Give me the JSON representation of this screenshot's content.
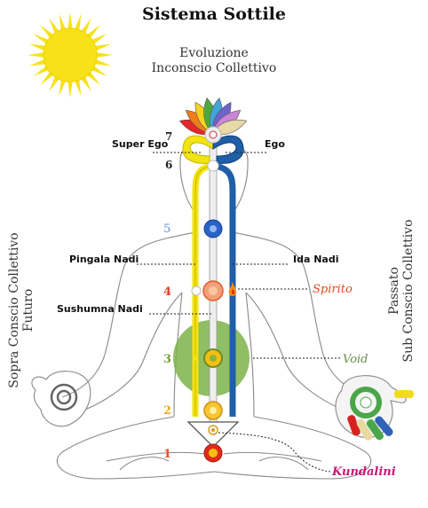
{
  "title": "Sistema Sottile",
  "top_caption": {
    "line1": "Evoluzione",
    "line2": "Inconscio Collettivo"
  },
  "left_caption": {
    "line1": "Sopra Conscio Collettivo",
    "line2": "Futuro"
  },
  "right_caption": {
    "line1": "Passato",
    "line2": "Sub Conscio Collettivo"
  },
  "labels": {
    "super_ego": "Super Ego",
    "ego": "Ego",
    "pingala_nadi": "Pingala Nadi",
    "ida_nadi": "Ida Nadi",
    "sushumna_nadi": "Sushumna Nadi",
    "spirito": "Spirito",
    "void": "Void",
    "kundalini": "Kundalini"
  },
  "chakra_numbers": [
    {
      "n": "7",
      "color": "#222222"
    },
    {
      "n": "6",
      "color": "#222222"
    },
    {
      "n": "5",
      "color": "#5b8fd6"
    },
    {
      "n": "4",
      "color": "#e0402a"
    },
    {
      "n": "3",
      "color": "#7aa040"
    },
    {
      "n": "2",
      "color": "#e8b020"
    },
    {
      "n": "1",
      "color": "#e85020"
    }
  ],
  "colors": {
    "sun": "#f7e21a",
    "moon": "#c9c9c9",
    "void_circle": "#7db34a",
    "pingala": "#f2e312",
    "ida": "#1f5ea8",
    "sushumna": "#e9e9e9",
    "spirito_text": "#e04a1e",
    "void_text": "#6c8a4e",
    "kundalini_text": "#c8187a",
    "lotus": [
      "#e3272a",
      "#ef7d1a",
      "#f5d21c",
      "#4bab3a",
      "#43a4d9",
      "#6f63c8",
      "#c985d6",
      "#e9d9a8"
    ]
  }
}
